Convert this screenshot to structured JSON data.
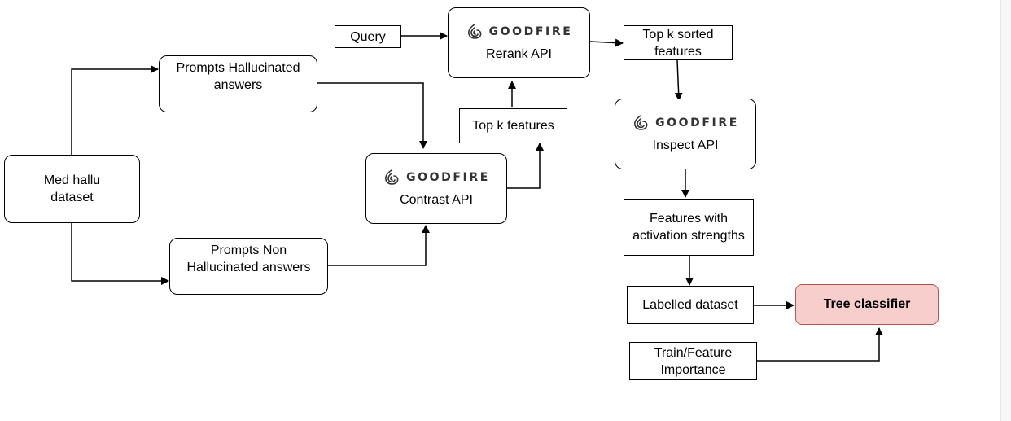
{
  "brand": {
    "name": "GOODFIRE",
    "icon": "goodfire-logo-icon"
  },
  "nodes": {
    "query": "Query",
    "rerank_api": "Rerank API",
    "top_k_sorted": [
      "Top k sorted",
      "features"
    ],
    "prompts_hallucinated": [
      "Prompts Hallucinated",
      "answers"
    ],
    "top_k_features": "Top k features",
    "inspect_api": "Inspect API",
    "med_hallu": [
      "Med hallu",
      "dataset"
    ],
    "contrast_api": "Contrast API",
    "features_activation": [
      "Features with",
      "activation strengths"
    ],
    "prompts_non_hallucinated": [
      "Prompts Non",
      "Hallucinated answers"
    ],
    "labelled_dataset": "Labelled dataset",
    "tree_classifier": "Tree classifier",
    "train_feature": [
      "Train/Feature",
      "Importance"
    ]
  },
  "colors": {
    "stroke": "#000000",
    "tree_fill": "#f8cecc",
    "tree_stroke": "#b85450",
    "brand_text": "#333333"
  }
}
